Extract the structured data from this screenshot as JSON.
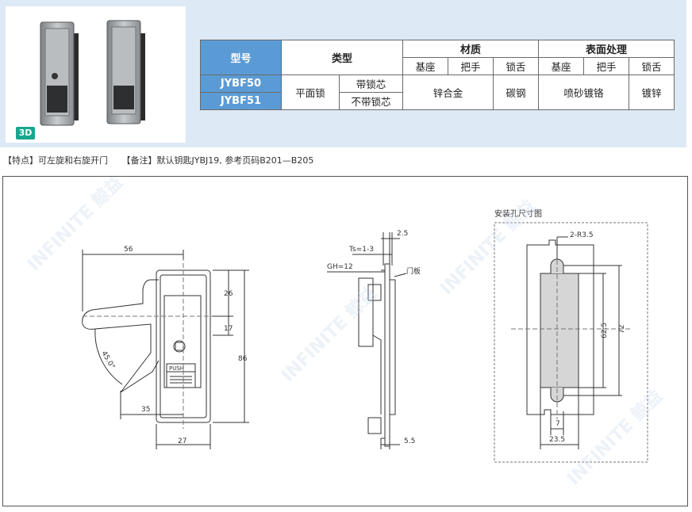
{
  "table": {
    "model_header": "型号",
    "type_header": "类型",
    "material_header": "材质",
    "surface_header": "表面处理",
    "sub_headers": [
      "基座",
      "把手",
      "锁舌",
      "基座",
      "把手",
      "锁舌"
    ],
    "models": [
      "JYBF50",
      "JYBF51"
    ],
    "type_main": "平面锁",
    "type_variants": [
      "带锁芯",
      "不带锁芯"
    ],
    "material_base_handle": "锌合金",
    "material_tongue": "碳钢",
    "surface_base_handle": "喷砂镀铬",
    "surface_tongue": "镀锌"
  },
  "badge": "3D",
  "notes": {
    "features": "【特点】可左旋和右旋开门",
    "remarks": "【备注】默认钥匙JYBJ19, 参考页码B201—B205"
  },
  "drawing": {
    "front": {
      "dim_width": "56",
      "dim_26": "26",
      "dim_17": "17",
      "dim_86": "86",
      "dim_35": "35",
      "dim_27": "27",
      "angle": "45.0°",
      "push_label": "PUSH"
    },
    "side": {
      "dim_2_5": "2.5",
      "ts": "Ts=1-3",
      "gh": "GH=12",
      "door_label": "门板",
      "dim_5_5": "5.5"
    },
    "cutout": {
      "title": "安装孔尺寸图",
      "radius": "2-R3.5",
      "dim_62_5": "62.5",
      "dim_72": "72",
      "dim_7": "7",
      "dim_23_5": "23.5"
    }
  },
  "watermark": "INFINITE 鲸益"
}
